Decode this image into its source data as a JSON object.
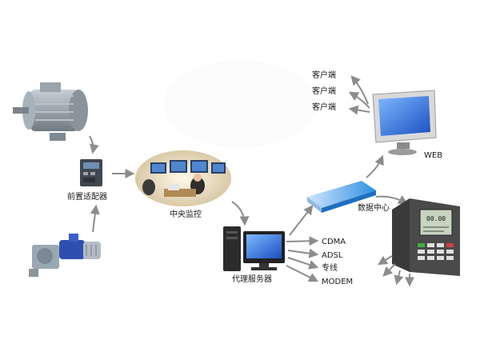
{
  "nodes": {
    "front_adapter": "前置适配器",
    "central_monitor": "中央监控",
    "proxy_server": "代理服务器",
    "data_center": "数据中心",
    "web": "WEB"
  },
  "clients": [
    "客户端",
    "客户端",
    "客户端"
  ],
  "links": [
    "CDMA",
    "ADSL",
    "专线",
    "MODEM"
  ],
  "device_screen": {
    "display": "00.00"
  },
  "colors": {
    "arrow": "#8c8c8c",
    "monitor_blue": "#1a5fd0",
    "datacenter_blue": "#2f8fe0",
    "motor_gray": "#9aa4ad",
    "dark_device": "#4a4a4a"
  }
}
